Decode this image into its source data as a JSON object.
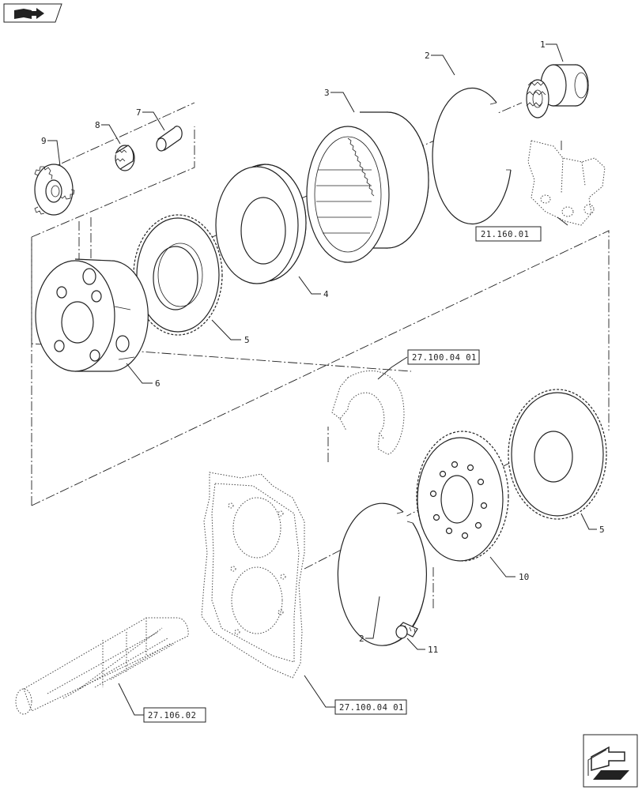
{
  "callouts": [
    {
      "id": "1",
      "text": "1"
    },
    {
      "id": "2a",
      "text": "2"
    },
    {
      "id": "3",
      "text": "3"
    },
    {
      "id": "4",
      "text": "4"
    },
    {
      "id": "5a",
      "text": "5"
    },
    {
      "id": "6",
      "text": "6"
    },
    {
      "id": "7",
      "text": "7"
    },
    {
      "id": "8",
      "text": "8"
    },
    {
      "id": "9",
      "text": "9"
    },
    {
      "id": "5b",
      "text": "5"
    },
    {
      "id": "10",
      "text": "10"
    },
    {
      "id": "2b",
      "text": "2"
    },
    {
      "id": "11",
      "text": "11"
    }
  ],
  "references": {
    "ref_21160": "21.160.01",
    "ref_27100_top": "27.100.04 01",
    "ref_27100_bottom": "27.100.04 01",
    "ref_27106": "27.106.02"
  },
  "icons": {
    "top_left": "book-arrow-icon",
    "bottom_right": "next-page-arrow-icon"
  }
}
